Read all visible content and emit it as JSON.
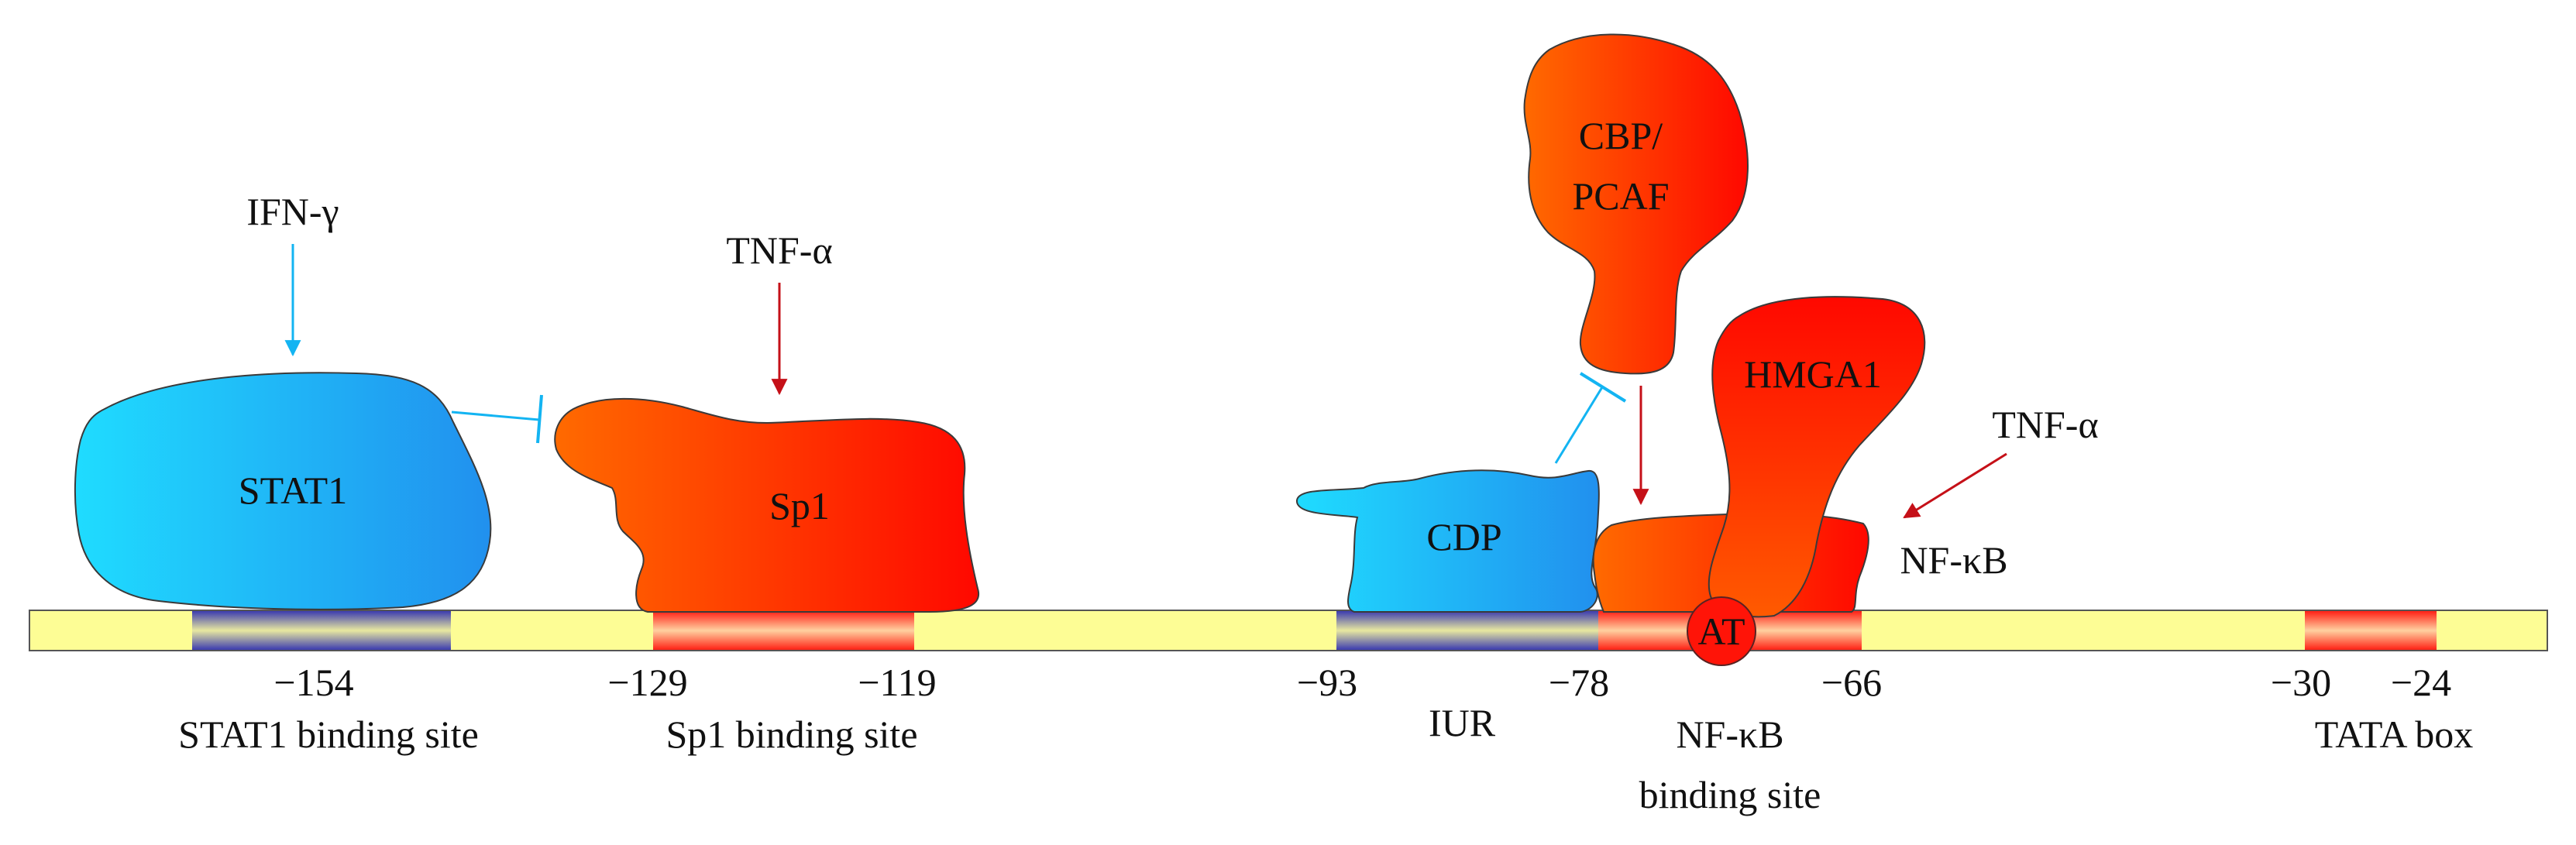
{
  "colors": {
    "dna_band": "#fdfd95",
    "blue_light": "#1fdcff",
    "blue_dark": "#2190ee",
    "red_light": "#ff6a00",
    "red_dark": "#ff0800",
    "site_blue": "#4545b8",
    "site_red": "#ff1a10",
    "arrow_blue": "#13b4f2",
    "arrow_red": "#c51018"
  },
  "proteins": {
    "stat1": "STAT1",
    "sp1": "Sp1",
    "cdp": "CDP",
    "cbp_line1": "CBP/",
    "cbp_line2": "PCAF",
    "hmga1": "HMGA1",
    "nfkb": "NF-κB",
    "at": "AT"
  },
  "signals": {
    "ifn": "IFN-γ",
    "tnf_sp1": "TNF-α",
    "tnf_nfkb": "TNF-α"
  },
  "positions": {
    "p154": "−154",
    "p129": "−129",
    "p119": "−119",
    "p93": "−93",
    "p78": "−78",
    "p66": "−66",
    "p30": "−30",
    "p24": "−24"
  },
  "sites": {
    "stat1_site": "STAT1 binding site",
    "sp1_site": "Sp1 binding site",
    "iur": "IUR",
    "nfkb_site_line1": "NF-κB",
    "nfkb_site_line2": "binding site",
    "tata": "TATA box"
  }
}
